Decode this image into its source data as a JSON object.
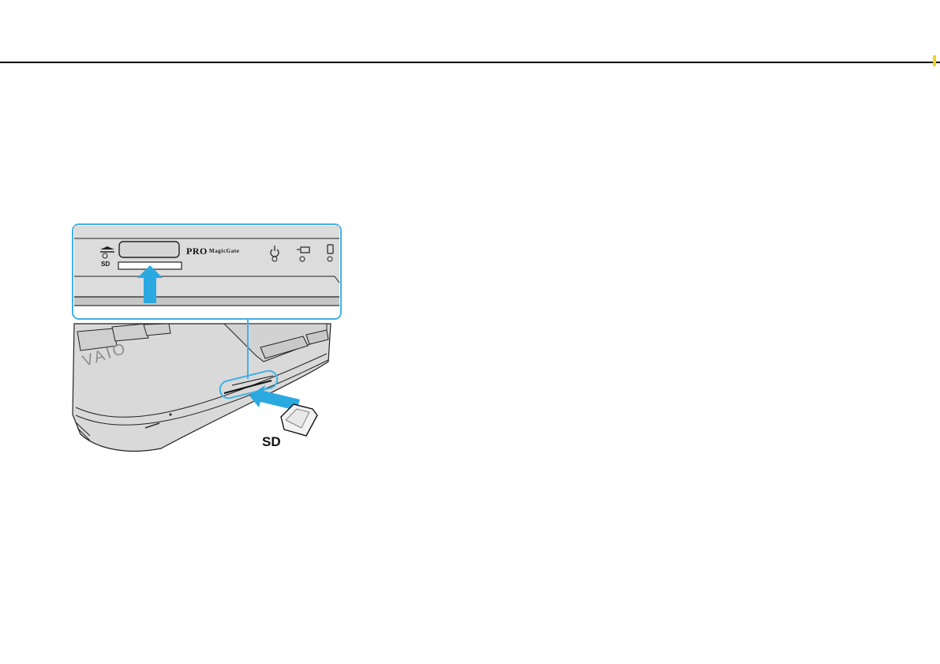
{
  "figure": {
    "panel_labels": {
      "sd_slot": "SD",
      "pro": "PRO",
      "magicgate": "MagicGate"
    },
    "vaio_logo_text": "VAIO",
    "card_label": "SD",
    "colors": {
      "highlight_outline": "#3fb2e6",
      "arrow": "#2aa9e0",
      "laptop_body": "#d9d9d9",
      "panel_face": "#dcdcdc",
      "rule": "#000000",
      "corner_mark": "#f2d21a"
    },
    "icons": [
      "card-slot-icon",
      "power-icon",
      "battery-icon",
      "drive-icon",
      "insert-arrow-icon"
    ]
  }
}
